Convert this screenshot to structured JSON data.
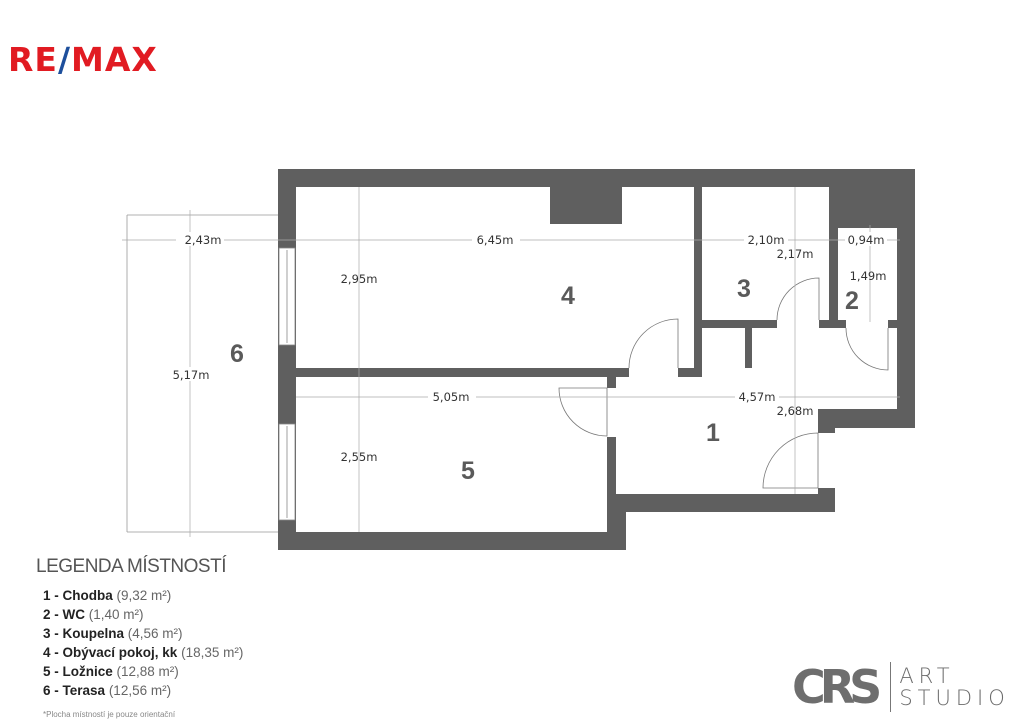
{
  "logo": {
    "brand": "RE/MAX",
    "left": "RE",
    "slash": "/",
    "right": "MAX",
    "color": "#e11b22",
    "slash_color": "#1d4f9c"
  },
  "plan": {
    "wall_color": "#5f5f5f",
    "rooms": [
      {
        "number": "1"
      },
      {
        "number": "2"
      },
      {
        "number": "3"
      },
      {
        "number": "4"
      },
      {
        "number": "5"
      },
      {
        "number": "6"
      }
    ],
    "dimensions": {
      "terrace_width": "2,43m",
      "terrace_height": "5,17m",
      "room4_width": "6,45m",
      "room4_height": "2,95m",
      "room5_width": "5,05m",
      "room5_height": "2,55m",
      "room3_width": "2,10m",
      "room3_height": "2,17m",
      "room2_width": "0,94m",
      "room2_height": "1,49m",
      "room1_width": "4,57m",
      "room1_height": "2,68m"
    }
  },
  "legend": {
    "title": "LEGENDA MÍSTNOSTÍ",
    "items": [
      {
        "label": "1 - Chodba",
        "area": "(9,32 m²)"
      },
      {
        "label": "2 - WC",
        "area": "(1,40 m²)"
      },
      {
        "label": "3 - Koupelna",
        "area": "(4,56 m²)"
      },
      {
        "label": "4 - Obývací pokoj, kk",
        "area": "(18,35 m²)"
      },
      {
        "label": "5 - Ložnice",
        "area": "(12,88 m²)"
      },
      {
        "label": "6 - Terasa",
        "area": "(12,56 m²)"
      }
    ],
    "note": "*Plocha místností je pouze orientační"
  },
  "studio": {
    "mark": "CRS",
    "line1": "ART",
    "line2": "STUDIO"
  }
}
